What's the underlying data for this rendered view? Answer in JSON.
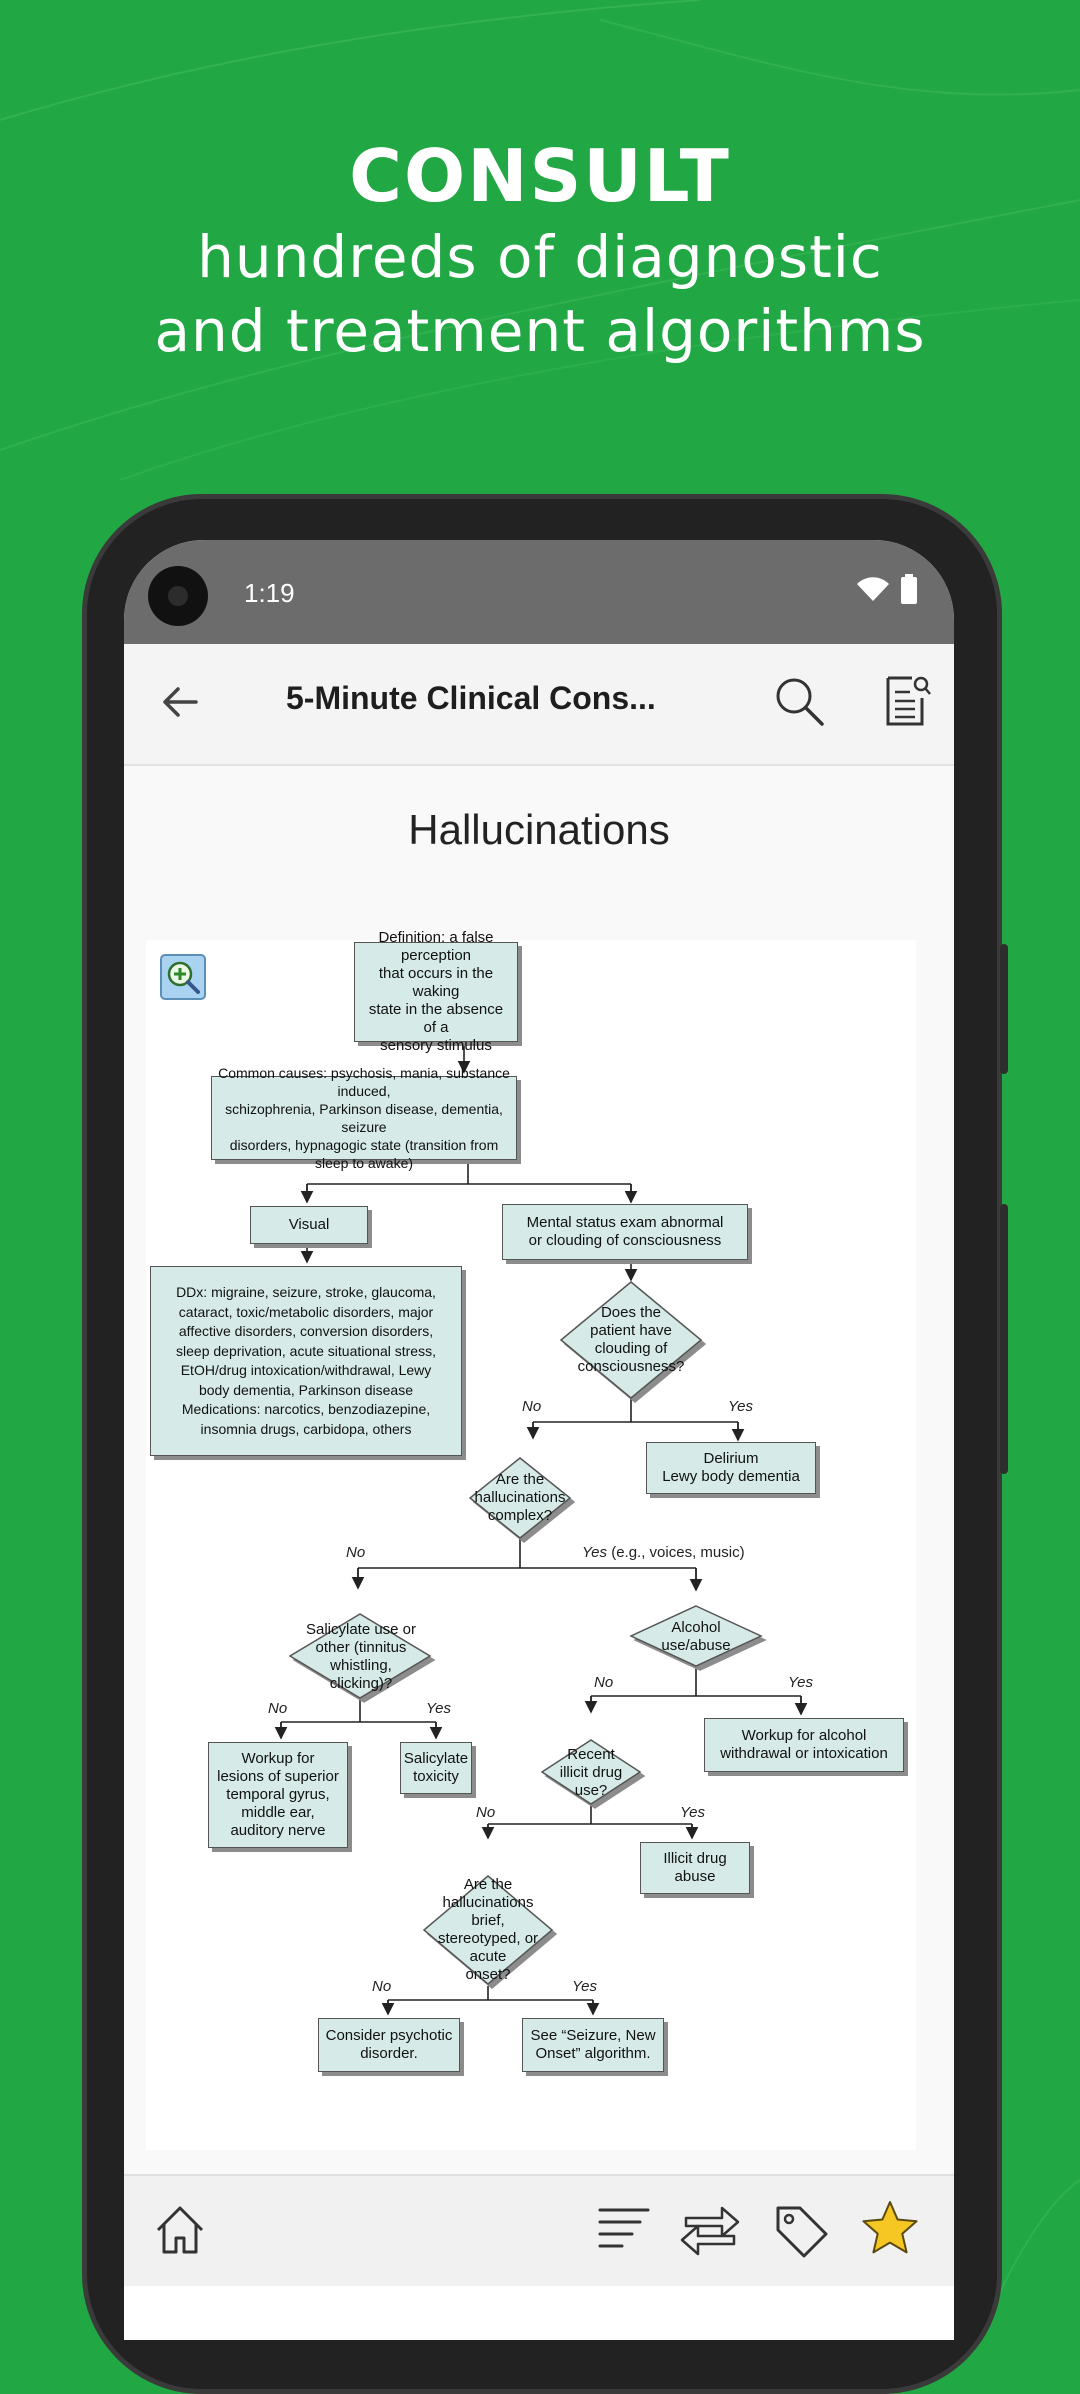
{
  "headline": {
    "title": "CONSULT",
    "line1": "hundreds of diagnostic",
    "line2": "and treatment algorithms"
  },
  "status_bar": {
    "time": "1:19",
    "icons": [
      "wifi-icon",
      "battery-icon"
    ]
  },
  "app_bar": {
    "title": "5-Minute Clinical Cons...",
    "icons": [
      "back-arrow-icon",
      "search-icon",
      "notes-icon"
    ]
  },
  "page": {
    "title": "Hallucinations"
  },
  "flowchart": {
    "definition": "Definition: a false perception\nthat occurs in the waking\nstate in the absence of a\nsensory stimulus",
    "causes": "Common causes: psychosis, mania, substance induced,\nschizophrenia, Parkinson disease, dementia, seizure\ndisorders, hypnagogic state (transition from sleep to awake)",
    "visual": "Visual",
    "mental_status": "Mental status exam abnormal\nor clouding of consciousness",
    "ddx": "DDx: migraine, seizure, stroke, glaucoma,\ncataract, toxic/metabolic disorders, major\naffective disorders, conversion disorders,\nsleep deprivation, acute situational stress,\nEtOH/drug intoxication/withdrawal, Lewy\nbody dementia, Parkinson disease\nMedications: narcotics, benzodiazepine,\ninsomnia drugs, carbidopa, others",
    "q_clouding": "Does the\npatient have clouding of\nconsciousness?",
    "no1": "No",
    "yes1": "Yes",
    "delirium": "Delirium\nLewy body dementia",
    "q_complex": "Are the\nhallucinations\ncomplex?",
    "no2": "No",
    "yes2": "Yes",
    "yes2_example": " (e.g., voices, music)",
    "q_salicylate": "Salicylate use or\nother (tinnitus whistling,\nclicking)?",
    "q_alcohol": "Alcohol\nuse/abuse",
    "no3": "No",
    "yes3": "Yes",
    "no4": "No",
    "yes4": "Yes",
    "workup_lesions": "Workup for\nlesions of superior\ntemporal gyrus,\nmiddle ear,\nauditory nerve",
    "salicylate_toxicity": "Salicylate\ntoxicity",
    "q_illicit": "Recent\nillicit drug\nuse?",
    "workup_alcohol": "Workup for alcohol\nwithdrawal or intoxication",
    "no5": "No",
    "yes5": "Yes",
    "illicit_abuse": "Illicit drug\nabuse",
    "q_brief": "Are the\nhallucinations brief,\nstereotyped, or acute\nonset?",
    "no6": "No",
    "yes6": "Yes",
    "psychotic": "Consider psychotic\ndisorder.",
    "seizure_ref": "See “Seizure, New\nOnset” algorithm."
  },
  "bottom_bar": {
    "icons": [
      "home-icon",
      "contents-icon",
      "swap-icon",
      "tag-icon",
      "star-icon"
    ],
    "star_color": "#f6c623"
  },
  "colors": {
    "background": "#21a743",
    "node_fill": "#d6ebe8"
  }
}
